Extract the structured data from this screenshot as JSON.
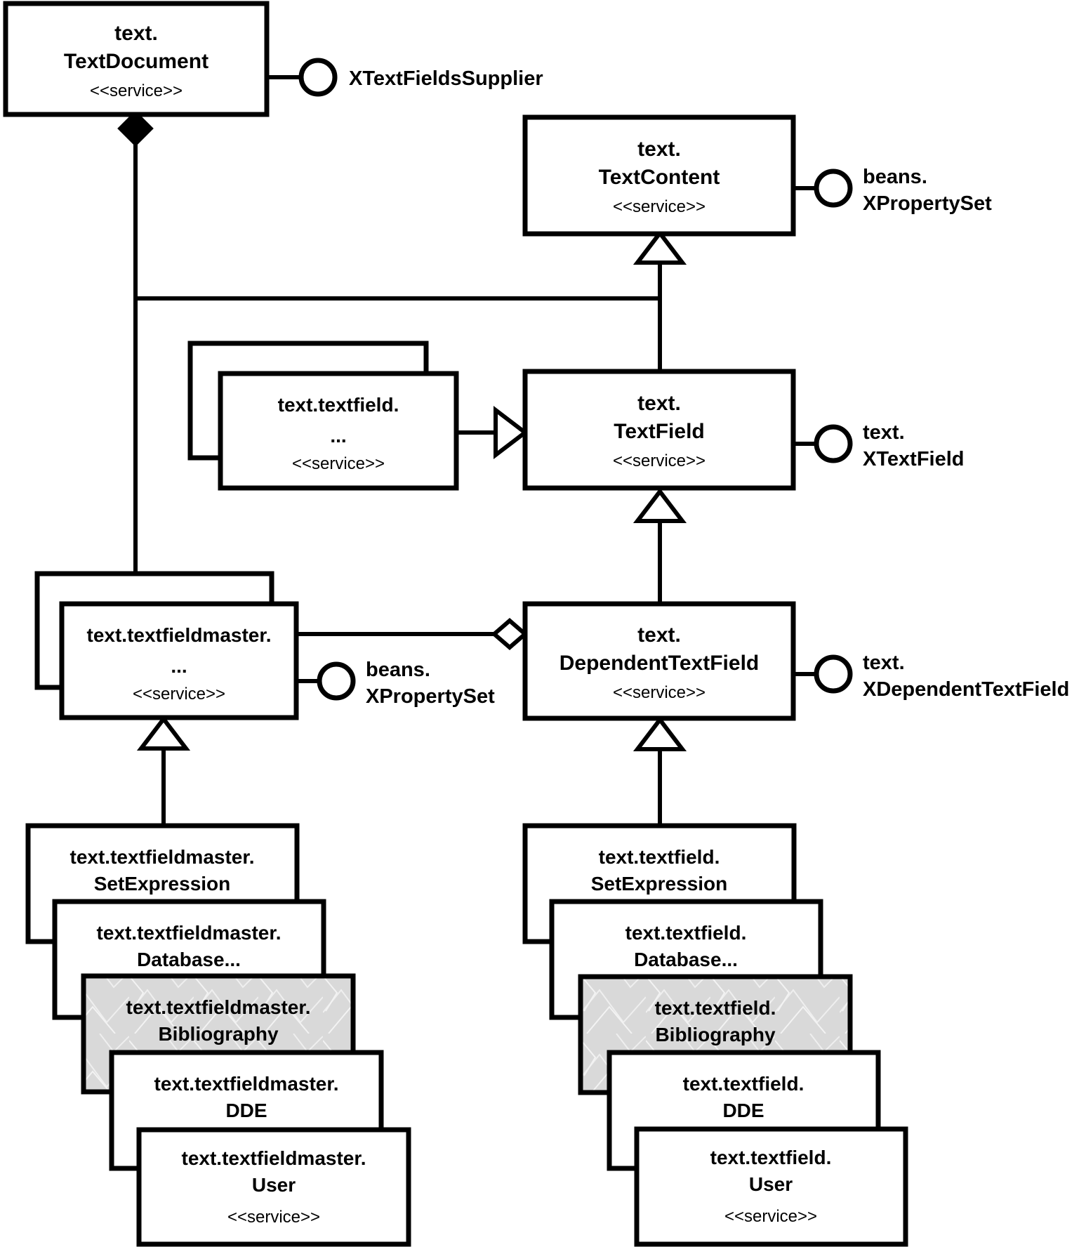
{
  "diagram": {
    "boxes": {
      "text_document": {
        "title1": "text.",
        "title2": "TextDocument",
        "stereotype": "<<service>>"
      },
      "text_content": {
        "title1": "text.",
        "title2": "TextContent",
        "stereotype": "<<service>>"
      },
      "text_field": {
        "title1": "text.",
        "title2": "TextField",
        "stereotype": "<<service>>"
      },
      "dependent_text_field": {
        "title1": "text.",
        "title2": "DependentTextField",
        "stereotype": "<<service>>"
      },
      "textfield_group": {
        "title1": "text.textfield.",
        "title2": "...",
        "stereotype": "<<service>>"
      },
      "textfieldmaster_group": {
        "title1": "text.textfieldmaster.",
        "title2": "...",
        "stereotype": "<<service>>"
      }
    },
    "master_cascade": [
      {
        "line1": "text.textfieldmaster.",
        "line2": "SetExpression"
      },
      {
        "line1": "text.textfieldmaster.",
        "line2": "Database..."
      },
      {
        "line1": "text.textfieldmaster.",
        "line2": "Bibliography",
        "shaded": true
      },
      {
        "line1": "text.textfieldmaster.",
        "line2": "DDE"
      },
      {
        "line1": "text.textfieldmaster.",
        "line2": "User",
        "stereotype": "<<service>>"
      }
    ],
    "field_cascade": [
      {
        "line1": "text.textfield.",
        "line2": "SetExpression"
      },
      {
        "line1": "text.textfield.",
        "line2": "Database..."
      },
      {
        "line1": "text.textfield.",
        "line2": "Bibliography",
        "shaded": true
      },
      {
        "line1": "text.textfield.",
        "line2": "DDE"
      },
      {
        "line1": "text.textfield.",
        "line2": "User",
        "stereotype": "<<service>>"
      }
    ],
    "interfaces": {
      "supplier": {
        "line1": "XTextFieldsSupplier"
      },
      "content_propertyset": {
        "line1": "beans.",
        "line2": "XPropertySet"
      },
      "xtextfield": {
        "line1": "text.",
        "line2": "XTextField"
      },
      "xdependenttextfield": {
        "line1": "text.",
        "line2": "XDependentTextField"
      },
      "master_propertyset": {
        "line1": "beans.",
        "line2": "XPropertySet"
      }
    },
    "colors": {
      "line": "#000000",
      "box_fill": "#ffffff",
      "shaded_fill": "#d9d9d9",
      "text": "#000000",
      "background": "#ffffff"
    }
  }
}
